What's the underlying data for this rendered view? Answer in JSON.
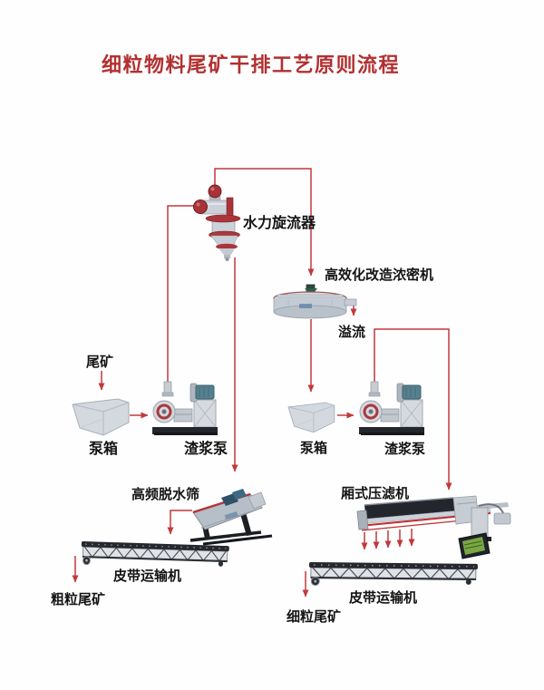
{
  "page": {
    "title": "细粒物料尾矿干排工艺原则流程"
  },
  "colors": {
    "title_red": "#b23030",
    "flow_line_red": "#c0393d",
    "label_black": "#141414",
    "background": "#fffefe",
    "machine_gray": "#ccd1d8",
    "machine_dark": "#23262c",
    "motor_blue": "#57808f",
    "monitor_green": "#79a843"
  },
  "nodes": {
    "hydrocyclone": "水力旋流器",
    "thickener": "高效化改造浓密机",
    "overflow": "溢流",
    "tailings_feed": "尾矿",
    "pump_box_left": "泵箱",
    "slurry_pump_left": "渣浆泵",
    "pump_box_right": "泵箱",
    "slurry_pump_right": "渣浆泵",
    "dewatering_screen": "高频脱水筛",
    "filter_press": "厢式压滤机",
    "belt_conveyor_left": "皮带运输机",
    "coarse_tailings": "粗粒尾矿",
    "belt_conveyor_right": "皮带运输机",
    "fine_tailings": "细粒尾矿"
  }
}
